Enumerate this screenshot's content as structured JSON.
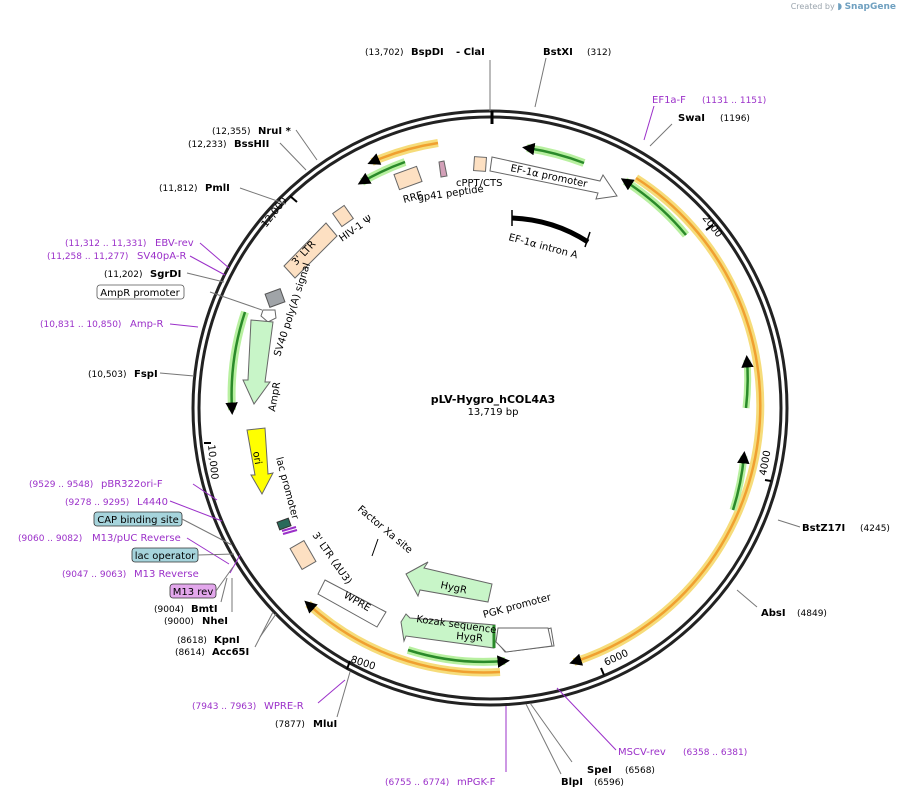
{
  "credit": {
    "prefix": "Created by",
    "brand": "SnapGene"
  },
  "plasmid": {
    "name": "pLV-Hygro_hCOL4A3",
    "size": "13,719 bp"
  },
  "ticks": [
    "2000",
    "4000",
    "6000",
    "8000",
    "10,000",
    "12,000"
  ],
  "sites": [
    {
      "pos": "(13,702)",
      "name": "BspDI",
      "extra": "- ClaI"
    },
    {
      "pos": "(312)",
      "name": "BstXI"
    },
    {
      "pos": "(1196)",
      "name": "SwaI"
    },
    {
      "pos": "(4245)",
      "name": "BstZ17I"
    },
    {
      "pos": "(4849)",
      "name": "AbsI"
    },
    {
      "pos": "(6568)",
      "name": "SpeI"
    },
    {
      "pos": "(6596)",
      "name": "BlpI"
    },
    {
      "pos": "(7877)",
      "name": "MluI"
    },
    {
      "pos": "(8614)",
      "name": "Acc65I"
    },
    {
      "pos": "(8618)",
      "name": "KpnI"
    },
    {
      "pos": "(9000)",
      "name": "NheI"
    },
    {
      "pos": "(9004)",
      "name": "BmtI"
    },
    {
      "pos": "(10,503)",
      "name": "FspI"
    },
    {
      "pos": "(11,202)",
      "name": "SgrDI"
    },
    {
      "pos": "(11,812)",
      "name": "PmlI"
    },
    {
      "pos": "(12,233)",
      "name": "BssHII"
    },
    {
      "pos": "(12,355)",
      "name": "NruI *"
    }
  ],
  "primers": [
    {
      "name": "EF1a-F",
      "range": "(1131 .. 1151)"
    },
    {
      "name": "MSCV-rev",
      "range": "(6358 .. 6381)"
    },
    {
      "name": "mPGK-F",
      "range": "(6755 .. 6774)"
    },
    {
      "name": "WPRE-R",
      "range": "(7943 .. 7963)"
    },
    {
      "name": "M13 Reverse",
      "range": "(9047 .. 9063)"
    },
    {
      "name": "M13/pUC Reverse",
      "range": "(9060 .. 9082)"
    },
    {
      "name": "L4440",
      "range": "(9278 .. 9295)"
    },
    {
      "name": "pBR322ori-F",
      "range": "(9529 .. 9548)"
    },
    {
      "name": "Amp-R",
      "range": "(10,831 .. 10,850)"
    },
    {
      "name": "SV40pA-R",
      "range": "(11,258 .. 11,277)"
    },
    {
      "name": "EBV-rev",
      "range": "(11,312 .. 11,331)"
    }
  ],
  "boxed": {
    "cap": "CAP binding site",
    "lacop": "lac operator",
    "m13rev": "M13 rev",
    "ampr_promoter": "AmpR promoter"
  },
  "features": {
    "ef1a_promoter": "EF-1α promoter",
    "ef1a_intron": "EF-1α intron A",
    "cppt": "cPPT/CTS",
    "rre": "RRE",
    "gp41": "gp41 peptide",
    "hiv": "HIV-1 Ψ",
    "ltr3": "3' LTR",
    "sv40": "SV40 poly(A) signal",
    "ampr": "AmpR",
    "ori": "ori",
    "lac_promoter": "lac promoter",
    "ltr3du3": "3' LTR (ΔU3)",
    "wpre": "WPRE",
    "factor_xa": "Factor Xa site",
    "hygr1": "HygR",
    "hygr2": "HygR",
    "kozak": "Kozak sequence",
    "pgk": "PGK promoter"
  },
  "colors": {
    "primer": "#9b30c9",
    "orf": "#c8f5c8",
    "misc": "#fde0c2",
    "ori": "#ffff00",
    "rre": "#f2c8a8",
    "promoter": "#ffffff",
    "orange": "#f0a030",
    "green": "#2a8a2a",
    "halo_yellow": "#f6dc7a",
    "halo_green": "#b8f0a0"
  }
}
